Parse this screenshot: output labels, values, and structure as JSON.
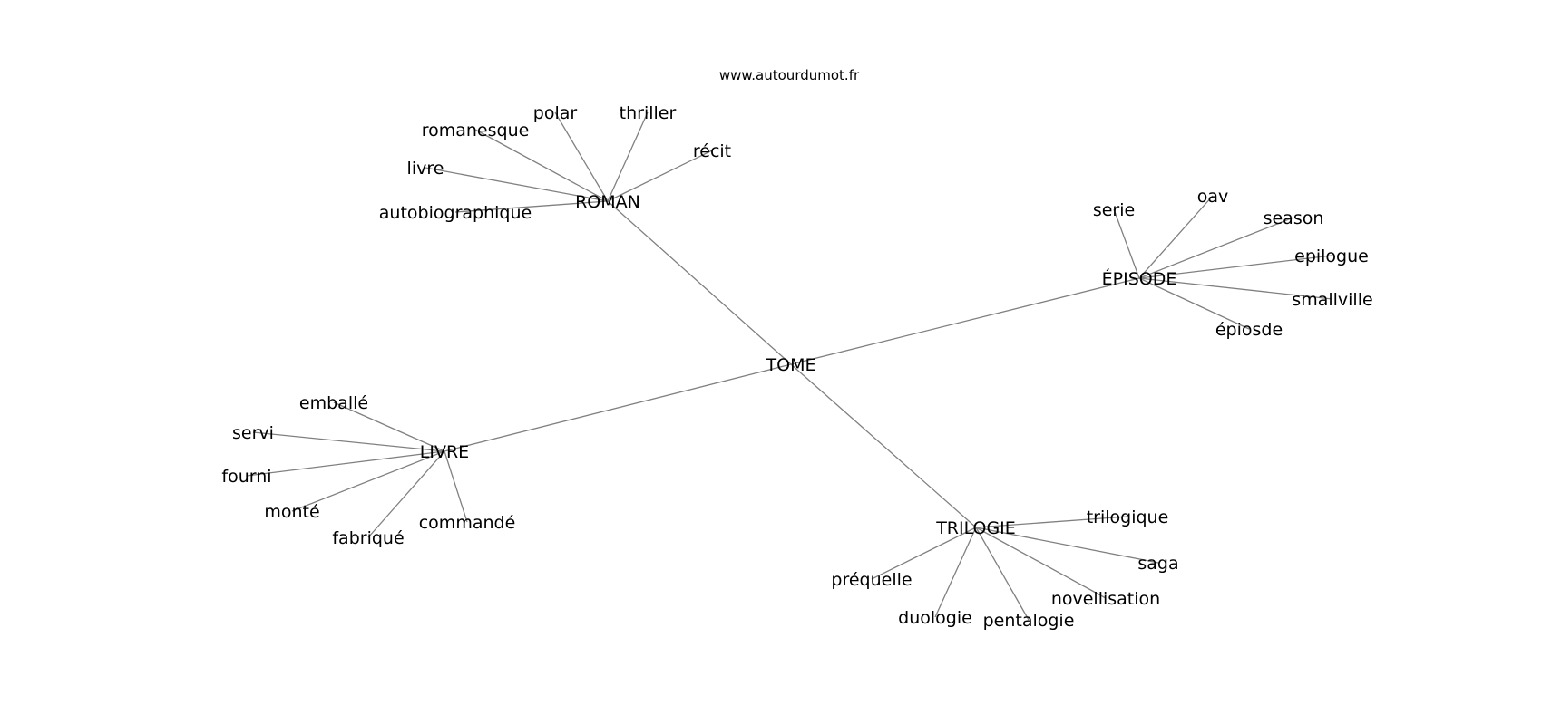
{
  "watermark": "www.autourdumot.fr",
  "colors": {
    "edge": "#808080",
    "text": "#000000",
    "background": "#ffffff"
  },
  "center": "TOME",
  "groups": [
    {
      "hub": "ROMAN",
      "leaves": [
        "polar",
        "thriller",
        "romanesque",
        "récit",
        "livre",
        "autobiographique"
      ]
    },
    {
      "hub": "ÉPISODE",
      "leaves": [
        "serie",
        "oav",
        "season",
        "epilogue",
        "smallville",
        "épiosde"
      ]
    },
    {
      "hub": "LIVRE",
      "leaves": [
        "emballé",
        "servi",
        "fourni",
        "monté",
        "fabriqué",
        "commandé"
      ]
    },
    {
      "hub": "TRILOGIE",
      "leaves": [
        "trilogique",
        "saga",
        "préquelle",
        "novellisation",
        "duologie",
        "pentalogie"
      ]
    }
  ]
}
